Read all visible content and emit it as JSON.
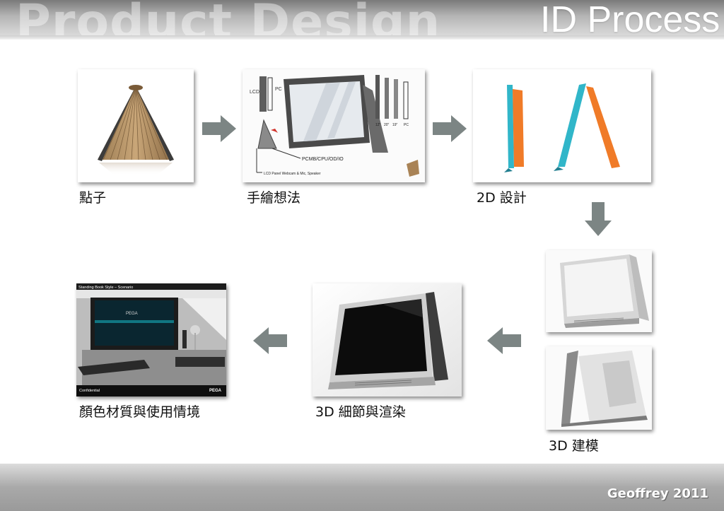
{
  "header": {
    "watermark": "Product Design",
    "title": "ID Process"
  },
  "steps": [
    {
      "caption": "點子"
    },
    {
      "caption": "手繪想法"
    },
    {
      "caption": "2D 設計"
    },
    {
      "caption": "3D 建模"
    },
    {
      "caption": "3D 細節與渲染"
    },
    {
      "caption": "顏色材質與使用情境"
    }
  ],
  "sketch_notes": {
    "lcd": "LCD",
    "pc": "PC",
    "mb": "PCMB/CPU/OD/IO",
    "panel": "LCD Panel Webcam & Mic, Speaker",
    "sizes": [
      "12\"",
      "20\"",
      "19\"",
      "PC"
    ]
  },
  "render_slide": {
    "title": "Standing Book Style – Scenario",
    "confidential": "Confidential",
    "brand": "PEGA",
    "screen_logo": "PEGA"
  },
  "footer": {
    "author": "Geoffrey 2011"
  },
  "colors": {
    "arrow": "#7c8584",
    "cyan": "#31b6c9",
    "orange": "#f07b28"
  }
}
